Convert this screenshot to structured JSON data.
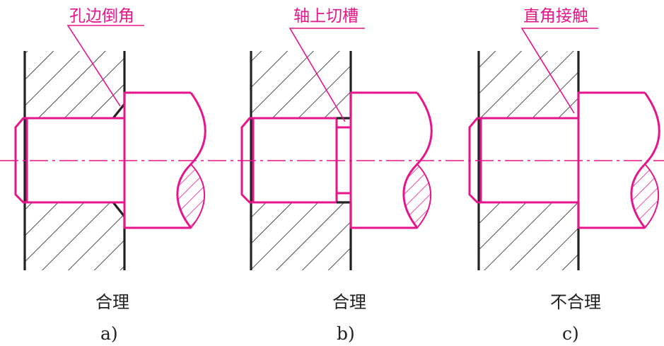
{
  "colors": {
    "accent": "#e6158c",
    "wall": "#222222",
    "background": "#ffffff"
  },
  "panels": [
    {
      "id": "a",
      "callout": "孔边倒角",
      "verdict": "合理",
      "label": "a)"
    },
    {
      "id": "b",
      "callout": "轴上切槽",
      "verdict": "合理",
      "label": "b)"
    },
    {
      "id": "c",
      "callout": "直角接触",
      "verdict": "不合理",
      "label": "c)"
    }
  ]
}
